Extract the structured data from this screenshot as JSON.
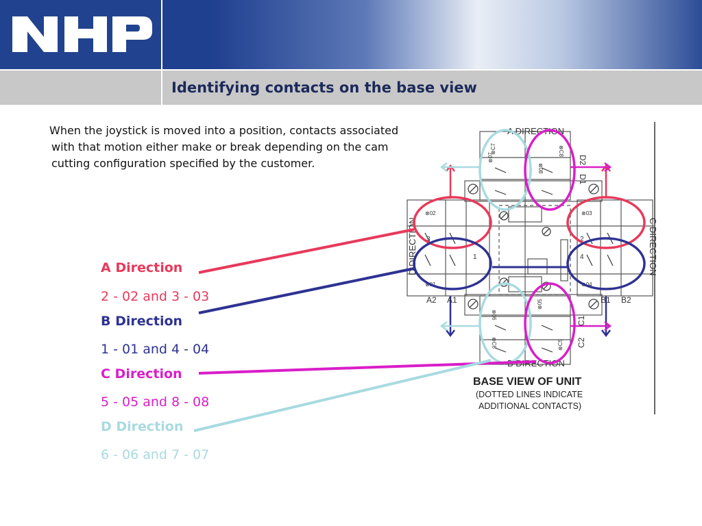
{
  "brand": {
    "logo_text": "NHP",
    "colors": {
      "navy": "#21428e",
      "grey_bar": "#c8c8c8",
      "title_text": "#1c2a5a"
    }
  },
  "slide": {
    "title": "Identifying contacts on the base view",
    "intro": "When the joystick is moved into a position, contacts associated with that motion either make or break depending on the cam cutting configuration specified by the customer."
  },
  "directions": [
    {
      "label": "A Direction",
      "contacts": "2 - 02 and 3 - 03",
      "color": "#e8395a"
    },
    {
      "label": "B Direction",
      "contacts": "1 - 01 and 4 - 04",
      "color": "#2e3292"
    },
    {
      "label": "C Direction",
      "contacts": "5 - 05 and 8 - 08",
      "color": "#d91ec8"
    },
    {
      "label": "D Direction",
      "contacts": "6 - 06 and 7 - 07",
      "color": "#a8dae0"
    }
  ],
  "diagram": {
    "top_label": "A DIRECTION",
    "bottom_label": "B DIRECTION",
    "left_label": "D DIRECTION",
    "right_label": "C DIRECTION",
    "corner_labels": [
      "D2",
      "D1",
      "C1",
      "C2",
      "A2",
      "A1",
      "B1",
      "B2"
    ],
    "contact_labels": [
      "⊗07",
      "⊗08",
      "⊗C7",
      "⊗C8",
      "⊗02",
      "⊗03",
      "⊗01",
      "⊗04",
      "⊗06",
      "⊗05",
      "⊗C6",
      "⊗C5",
      "3",
      "2",
      "1",
      "4"
    ],
    "caption_title": "BASE VIEW OF UNIT",
    "caption_line1": "(DOTTED LINES INDICATE",
    "caption_line2": "ADDITIONAL CONTACTS)"
  }
}
